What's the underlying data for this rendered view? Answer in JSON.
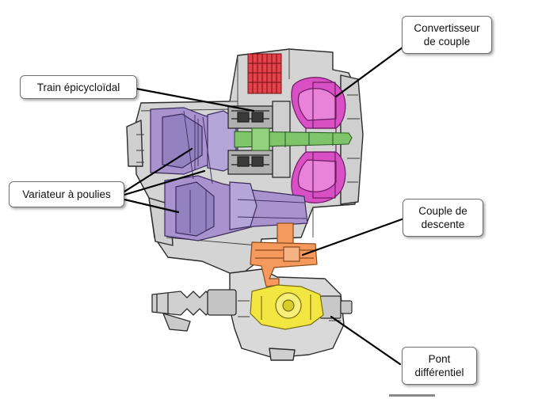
{
  "callouts": {
    "train": "Train épicycloïdal",
    "variateur": "Variateur à poulies",
    "convertisseur_line1": "Convertisseur",
    "convertisseur_line2": "de couple",
    "couple_line1": "Couple de",
    "couple_line2": "descente",
    "pont_line1": "Pont",
    "pont_line2": "différentiel"
  },
  "colors": {
    "outline": "#2b2b2b",
    "housing": "#c9c9c9",
    "variator": "#a893cf",
    "converter": "#d94fc4",
    "shaft": "#7fc46a",
    "reduction": "#f59a5c",
    "differential": "#f2e640",
    "oil_pump": "#e5414a"
  }
}
